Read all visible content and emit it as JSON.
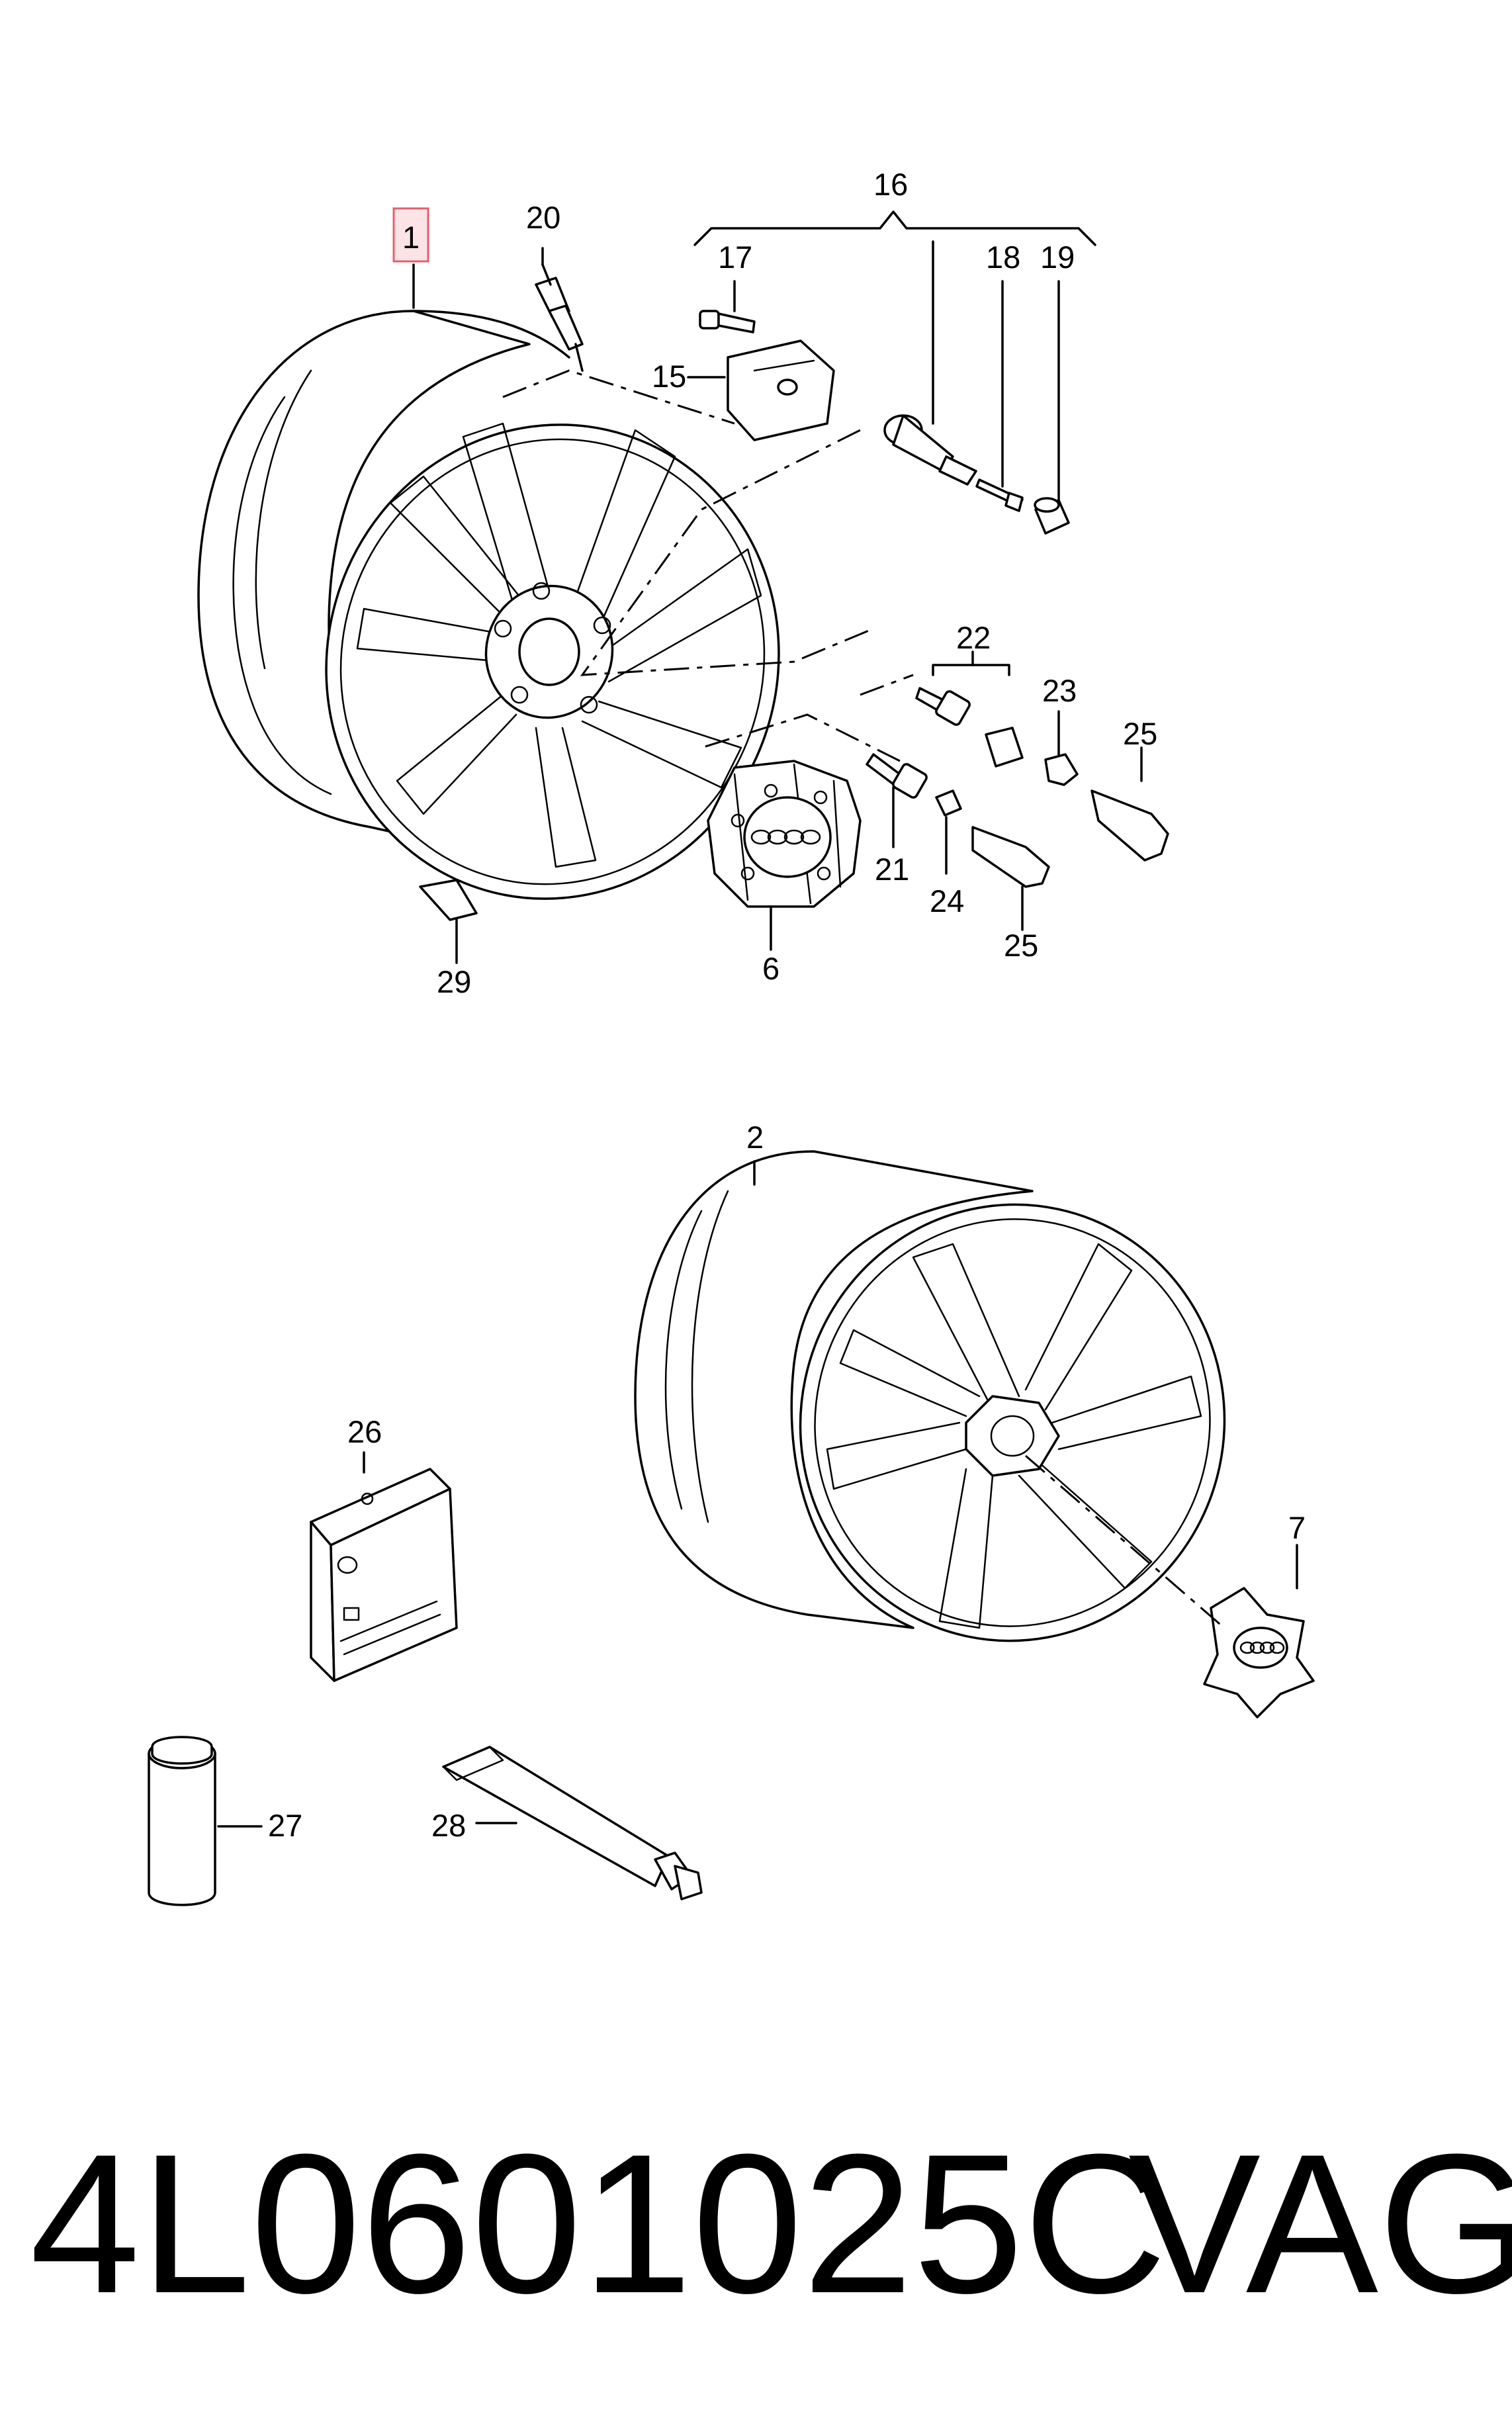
{
  "callouts": {
    "c1": "1",
    "c2": "2",
    "c6": "6",
    "c7": "7",
    "c15": "15",
    "c16": "16",
    "c17": "17",
    "c18": "18",
    "c19": "19",
    "c20": "20",
    "c21": "21",
    "c22": "22",
    "c23": "23",
    "c24": "24",
    "c25a": "25",
    "c25b": "25",
    "c26": "26",
    "c27": "27",
    "c28": "28",
    "c29": "29"
  },
  "footer": {
    "part_number": "4L0601025C",
    "brand": "VAG"
  },
  "colors": {
    "ink": "#000000",
    "highlight": "#e06070",
    "paper": "#ffffff"
  }
}
